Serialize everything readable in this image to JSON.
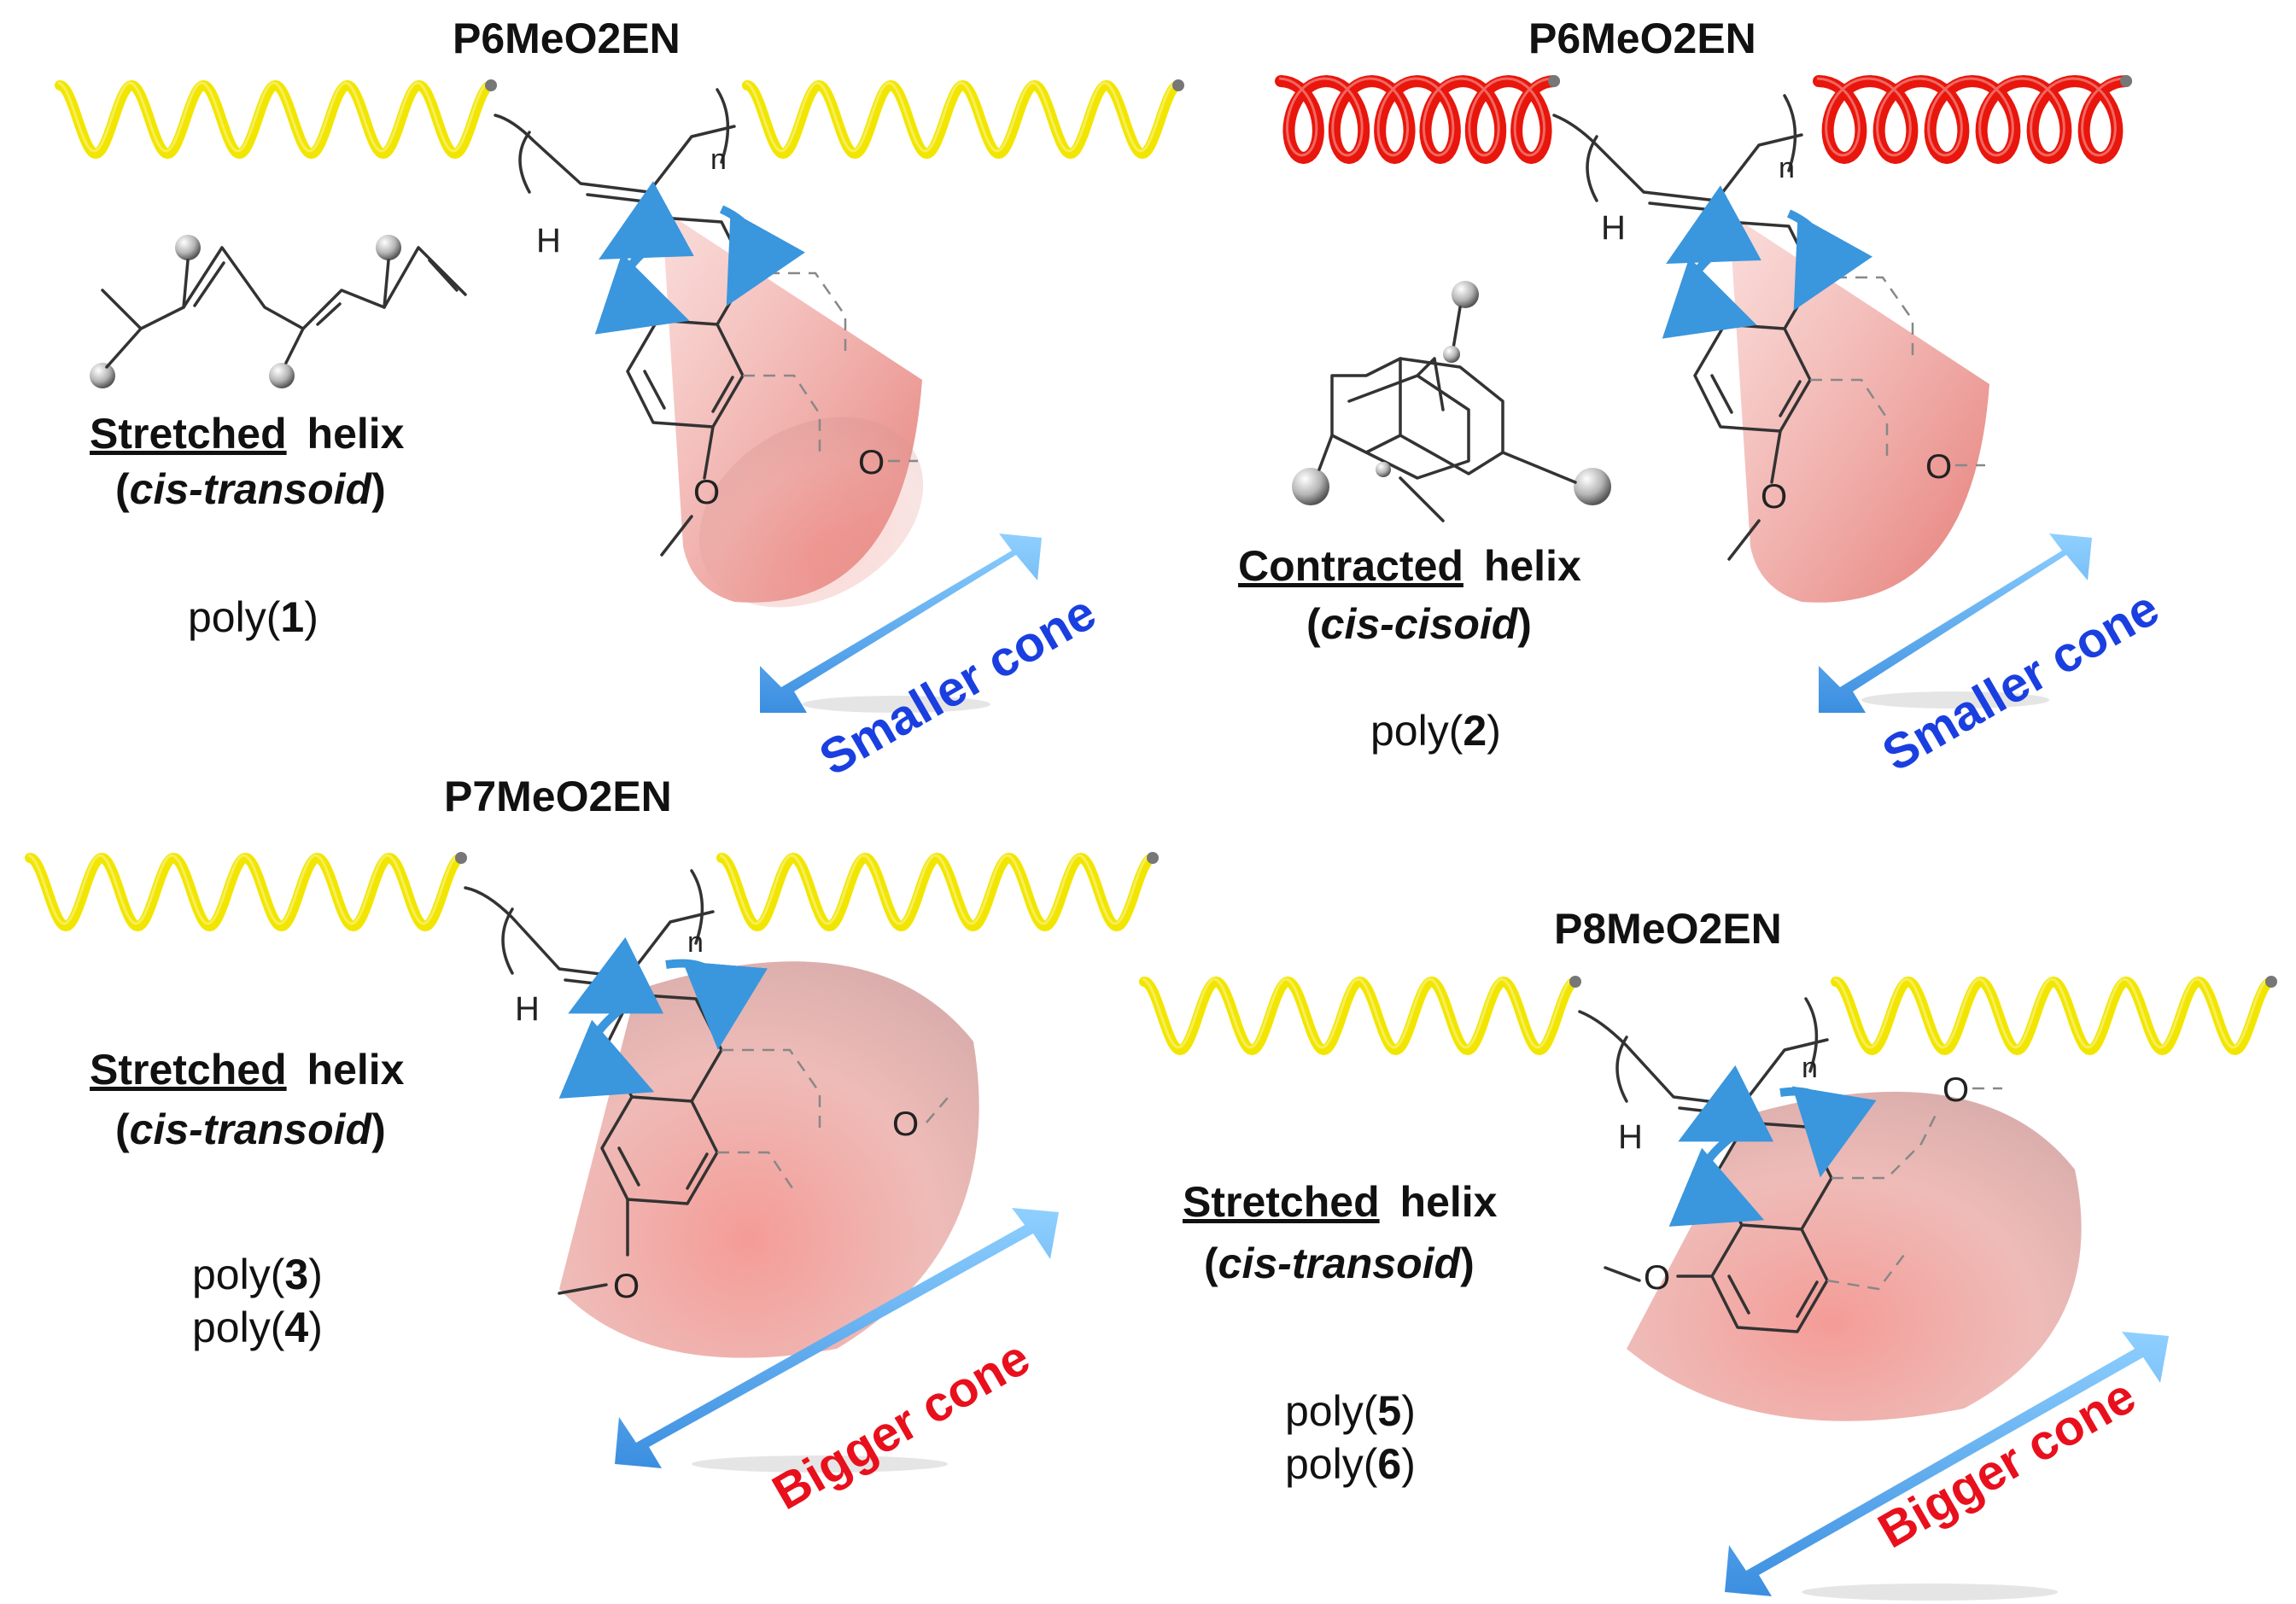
{
  "panels": [
    {
      "id": "p1",
      "title": "P6MeO2EN",
      "helix_desc": "Stretched",
      "helix_word": "helix",
      "conformation": "cis-transoid",
      "polymers": [
        {
          "prefix": "poly(",
          "num": "1",
          "suffix": ")"
        }
      ],
      "cone_label": "Smaller cone",
      "helix_color": "#f2e600",
      "label_color": "#1a3fe0"
    },
    {
      "id": "p2",
      "title": "P6MeO2EN",
      "helix_desc": "Contracted",
      "helix_word": "helix",
      "conformation": "cis-cisoid",
      "polymers": [
        {
          "prefix": "poly(",
          "num": "2",
          "suffix": ")"
        }
      ],
      "cone_label": "Smaller cone",
      "helix_color": "#e8160c",
      "label_color": "#1a3fe0"
    },
    {
      "id": "p3",
      "title": "P7MeO2EN",
      "helix_desc": "Stretched",
      "helix_word": "helix",
      "conformation": "cis-transoid",
      "polymers": [
        {
          "prefix": "poly(",
          "num": "3",
          "suffix": ")"
        },
        {
          "prefix": "poly(",
          "num": "4",
          "suffix": ")"
        }
      ],
      "cone_label": "Bigger cone",
      "helix_color": "#f2e600",
      "label_color": "#e8101c"
    },
    {
      "id": "p4",
      "title": "P8MeO2EN",
      "helix_desc": "Stretched",
      "helix_word": "helix",
      "conformation": "cis-transoid",
      "polymers": [
        {
          "prefix": "poly(",
          "num": "5",
          "suffix": ")"
        },
        {
          "prefix": "poly(",
          "num": "6",
          "suffix": ")"
        }
      ],
      "cone_label": "Bigger cone",
      "helix_color": "#f2e600",
      "label_color": "#e8101c"
    }
  ],
  "atoms": {
    "hydrogen": "H",
    "oxygen": "O",
    "repeat": "n"
  }
}
